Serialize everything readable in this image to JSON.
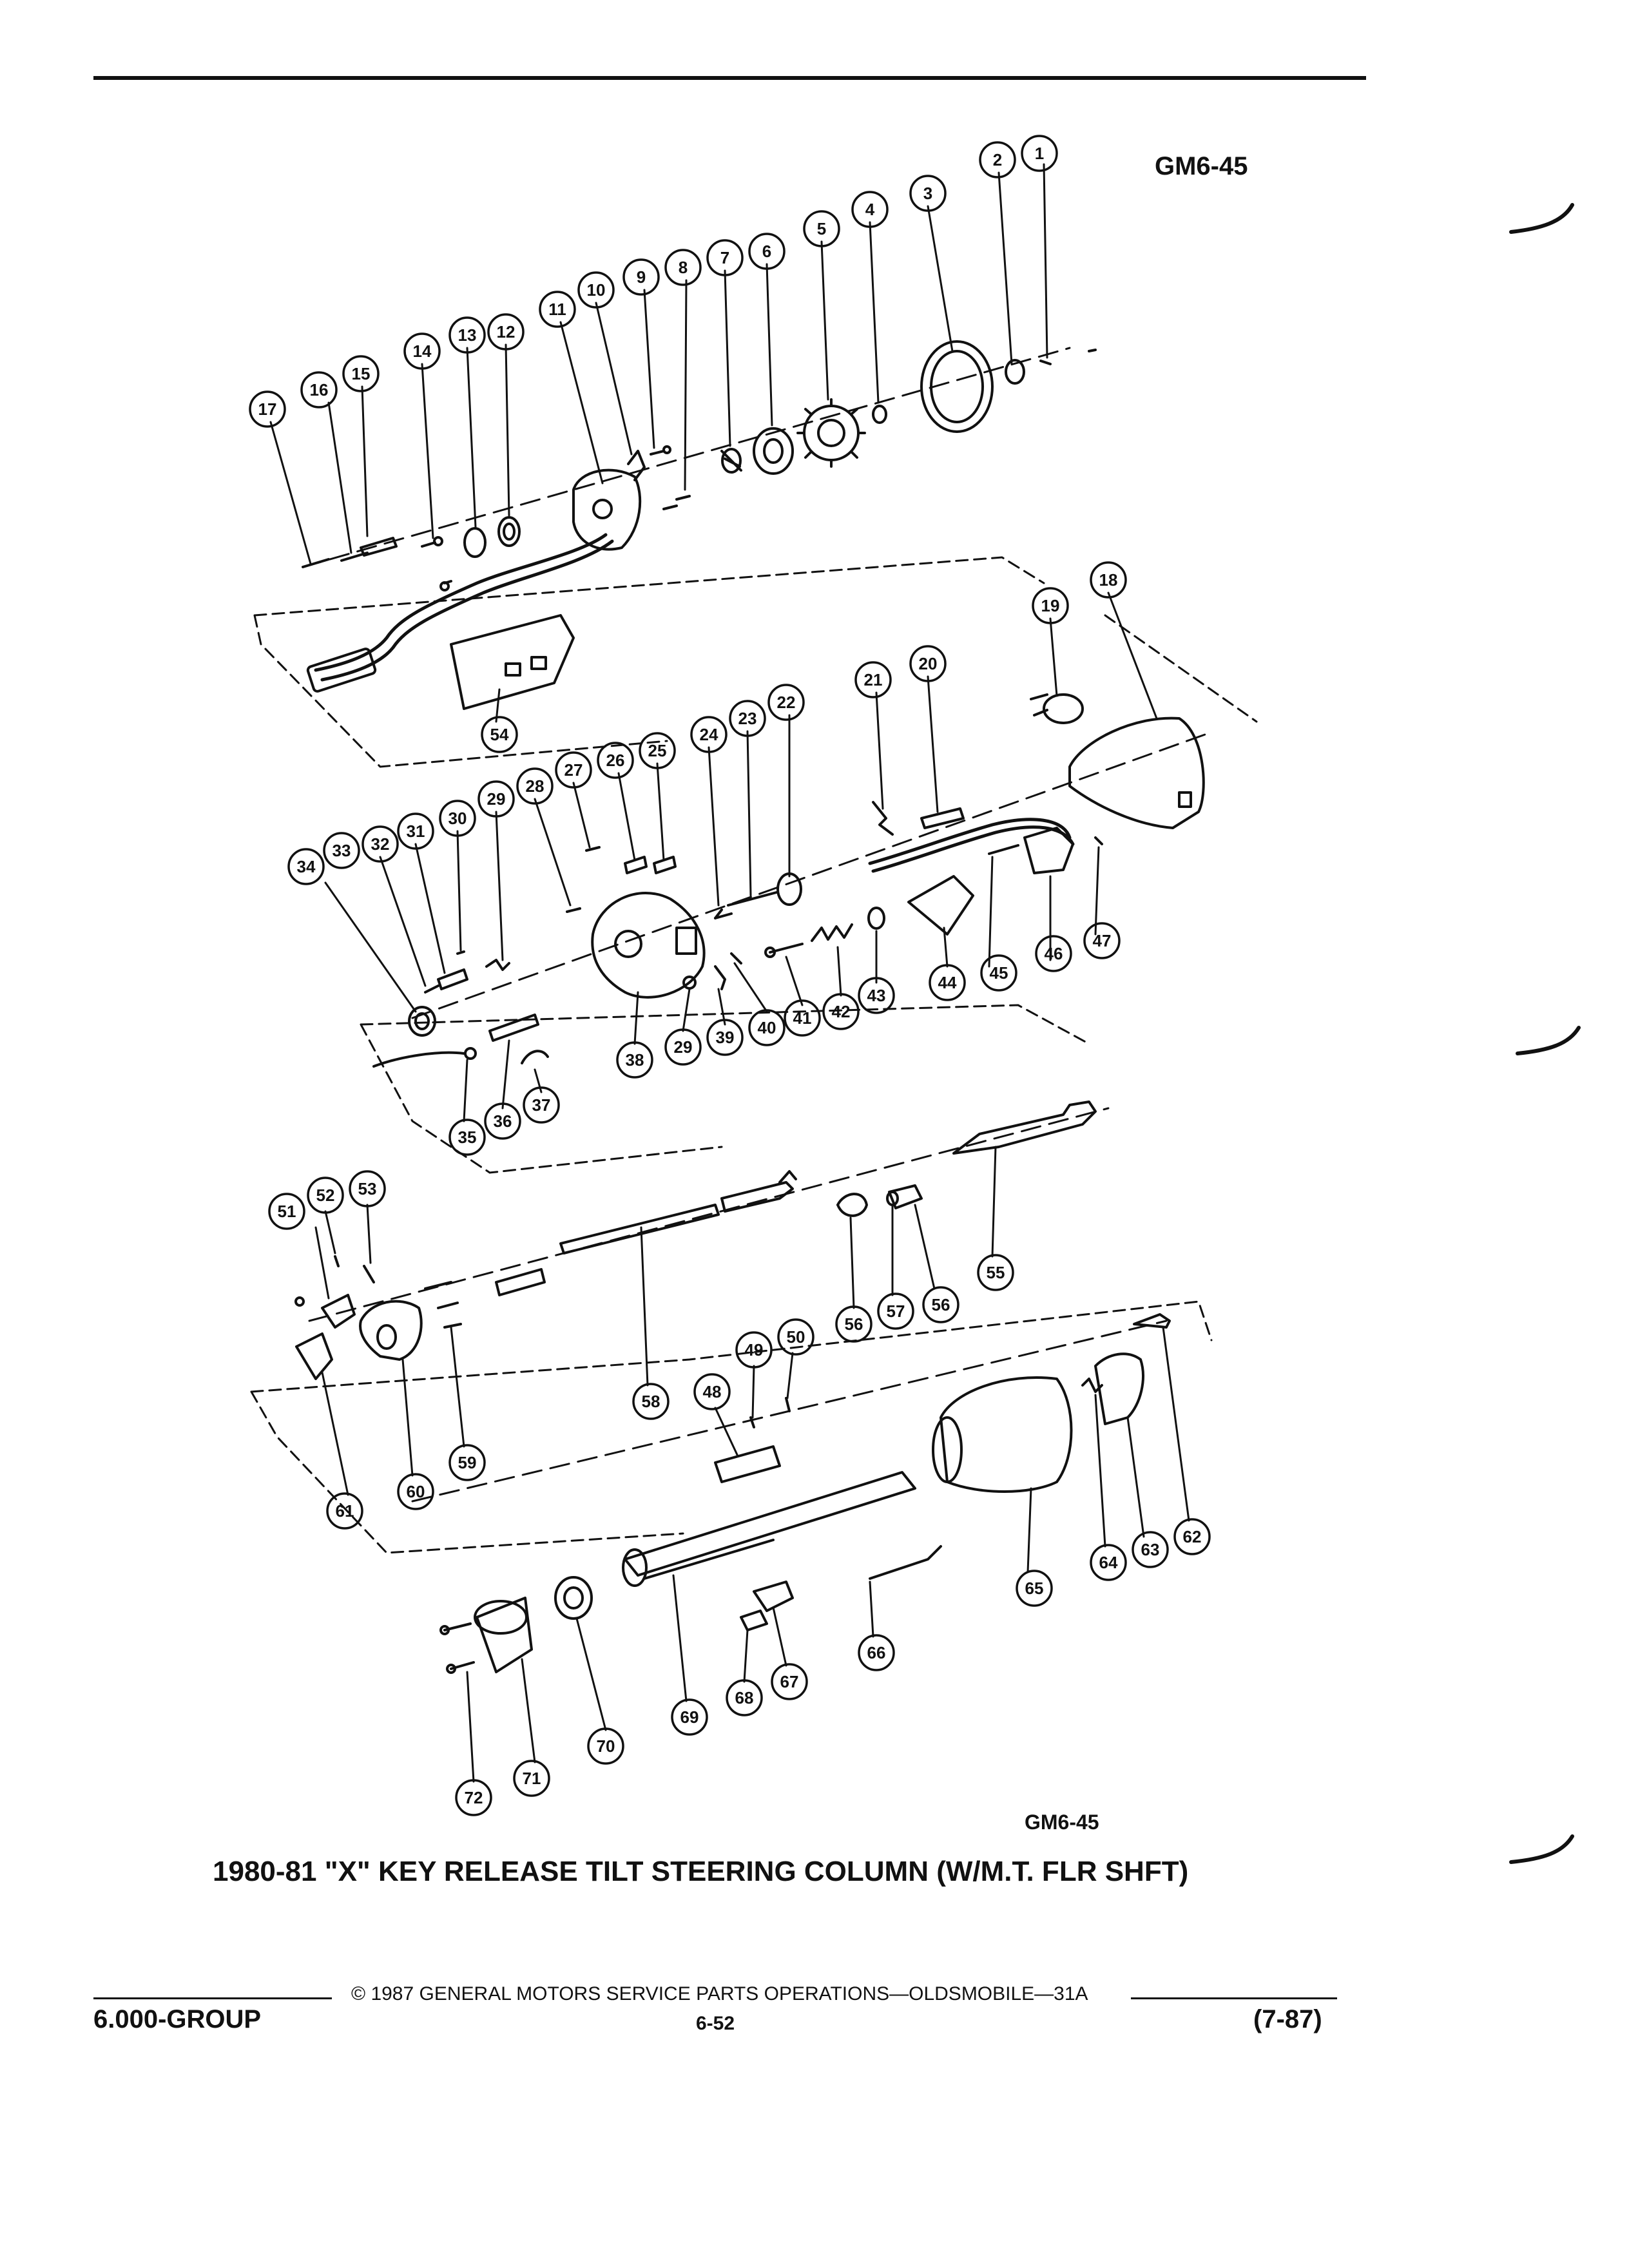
{
  "document": {
    "figure_id_top": "GM6-45",
    "figure_id_bottom": "GM6-45",
    "title": "1980-81 \"X\" KEY RELEASE TILT STEERING COLUMN (W/M.T. FLR SHFT)",
    "copyright": "© 1987 GENERAL MOTORS SERVICE PARTS OPERATIONS—OLDSMOBILE—31A",
    "page_number": "6-52",
    "group": "6.000-GROUP",
    "revision": "(7-87)"
  },
  "callouts": [
    "1",
    "2",
    "3",
    "4",
    "5",
    "6",
    "7",
    "8",
    "9",
    "10",
    "11",
    "12",
    "13",
    "14",
    "15",
    "16",
    "17",
    "18",
    "19",
    "20",
    "21",
    "22",
    "23",
    "24",
    "25",
    "26",
    "27",
    "28",
    "29",
    "29",
    "30",
    "31",
    "32",
    "33",
    "34",
    "35",
    "36",
    "37",
    "38",
    "39",
    "40",
    "41",
    "42",
    "43",
    "44",
    "45",
    "46",
    "47",
    "48",
    "49",
    "50",
    "51",
    "52",
    "53",
    "54",
    "55",
    "56",
    "56",
    "56",
    "57",
    "58",
    "59",
    "60",
    "61",
    "62",
    "63",
    "64",
    "65",
    "66",
    "67",
    "68",
    "69",
    "70",
    "71",
    "72"
  ],
  "colors": {
    "ink": "#111111",
    "paper": "#ffffff"
  }
}
